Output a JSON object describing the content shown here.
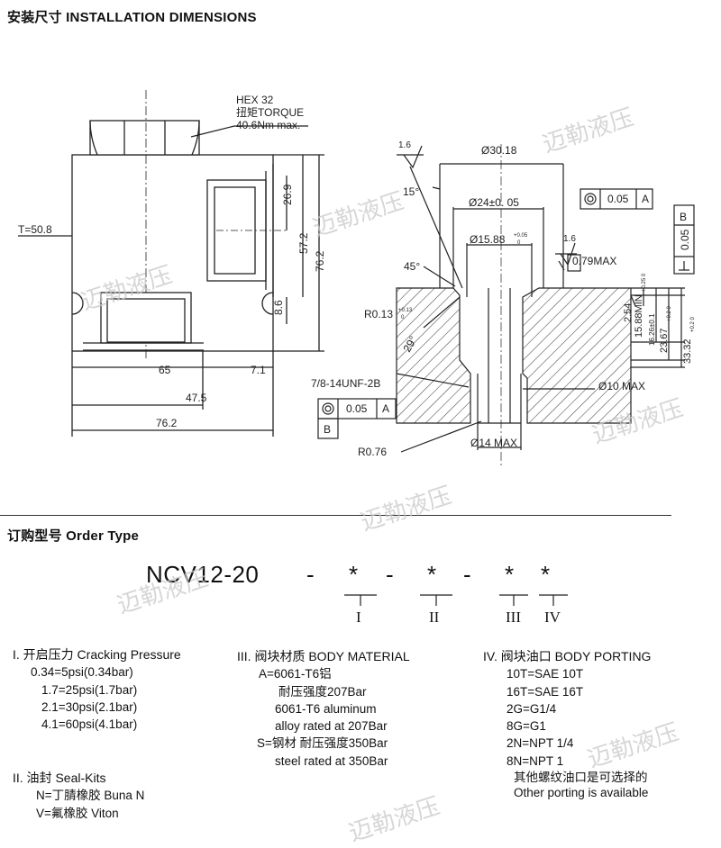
{
  "install": {
    "title": "安装尺寸 INSTALLATION DIMENSIONS",
    "hex": "HEX 32",
    "torque_cn": "扭矩TORQUE",
    "torque_val": "40.6Nm max.",
    "t_dim": "T=50.8",
    "d_26_9": "26.9",
    "d_57_2": "57.2",
    "d_76_2v": "76.2",
    "d_8_6": "8.6",
    "d_65": "65",
    "d_7_1": "7.1",
    "d_47_5": "47.5",
    "d_76_2h": "76.2",
    "rough_top": "1.6",
    "rough_mid": "1.6",
    "d_30_18": "Ø30.18",
    "angle_15": "15°",
    "d_24": "Ø24±0. 05",
    "gtol1_val": "0.05",
    "gtol1_ref": "A",
    "d_15_88": "Ø15.88",
    "d_15_88_tol_top": "+0.05",
    "d_15_88_tol_bot": "0",
    "d_0_79": "0.79MAX",
    "angle_45": "45°",
    "r_0_13": "R0.13",
    "r_0_13_tol_top": "+0.13",
    "r_0_13_tol_bot": "0",
    "angle_29": "29°",
    "thread": "7/8-14UNF-2B",
    "d_10": "Ø10 MAX",
    "gtol2_val": "0.05",
    "gtol2_ref": "A",
    "datum_b": "B",
    "r_0_76": "R0.76",
    "d_14": "Ø14 MAX",
    "d_2_54": "2.54",
    "d_2_54_tol": "+0.25 0",
    "d_15_88min": "15.88MIN",
    "d_16_26": "16.26±0.1",
    "d_23_67": "23.67",
    "d_23_67_tol": "+0.2 0",
    "d_33_32": "33.32",
    "d_33_32_tol": "+0.2 0",
    "gtol3_val": "0.05",
    "gtol3_ref": "B"
  },
  "order": {
    "title": "订购型号 Order Type",
    "code_main": "NCV12-20",
    "code_sep1": "-",
    "code_s1": "*",
    "code_sep2": "-",
    "code_s2": "*",
    "code_sep3": "-",
    "code_s3": "*",
    "code_s4": "*",
    "roman_1": "I",
    "roman_2": "II",
    "roman_3": "III",
    "roman_4": "IV",
    "col1": {
      "cracking_title": "I.  开启压力 Cracking Pressure",
      "items": [
        "0.34=5psi(0.34bar)",
        "1.7=25psi(1.7bar)",
        "2.1=30psi(2.1bar)",
        "4.1=60psi(4.1bar)"
      ],
      "seal_title": "II. 油封 Seal-Kits",
      "seal_items": [
        "N=丁腈橡胶 Buna  N",
        "V=氟橡胶 Viton"
      ]
    },
    "col2": {
      "title": "III.  阀块材质 BODY MATERIAL",
      "lines": [
        "A=6061-T6铝",
        "耐压强度207Bar",
        "6061-T6 aluminum",
        "alloy rated at 207Bar",
        "S=钢材  耐压强度350Bar",
        "steel rated at 350Bar"
      ]
    },
    "col3": {
      "title": "IV.  阀块油口 BODY PORTING",
      "lines": [
        "10T=SAE 10T",
        "16T=SAE 16T",
        "2G=G1/4",
        "8G=G1",
        "2N=NPT 1/4",
        "8N=NPT 1"
      ],
      "note_cn": "其他螺纹油口是可选择的",
      "note_en": "Other porting is available"
    }
  },
  "watermark": "迈勒液压"
}
